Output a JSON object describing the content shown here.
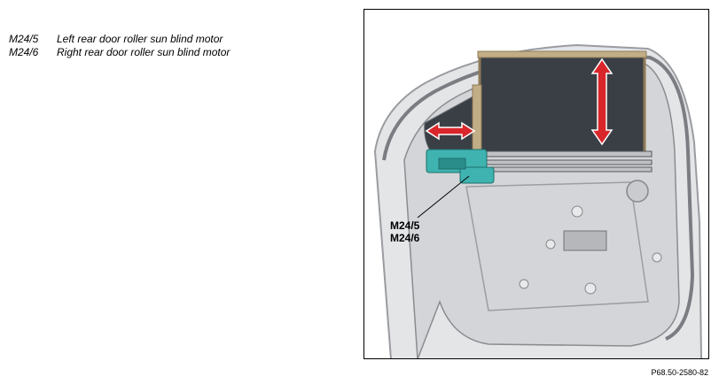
{
  "legend": [
    {
      "code": "M24/5",
      "description": "Left rear door roller sun blind motor"
    },
    {
      "code": "M24/6",
      "description": "Right rear door roller sun blind motor"
    }
  ],
  "figure": {
    "callouts": [
      "M24/5",
      "M24/6"
    ],
    "reference": "P68.50-2580-82",
    "arrow_color": "#d9262b",
    "motor_color": "#3fb3b0",
    "blind_color": "#3a3f46"
  }
}
